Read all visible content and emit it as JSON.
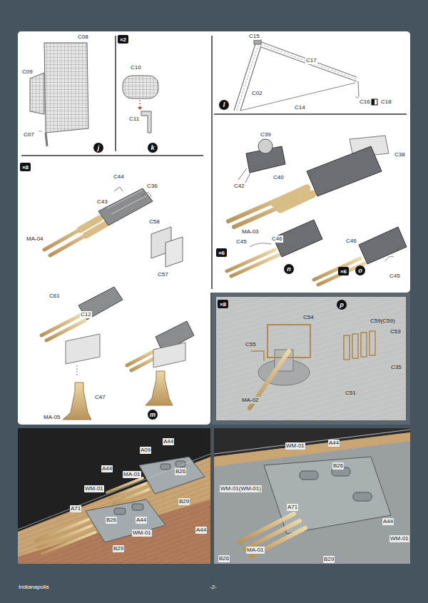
{
  "diagram": {
    "nodes": [
      {
        "text": [
          "×2"
        ]
      },
      {
        "text": [
          "j"
        ]
      },
      {
        "text": [
          "k"
        ]
      },
      {
        "text": [
          "l"
        ]
      },
      {
        "text": [
          "×8"
        ]
      },
      {
        "text": [
          "×6"
        ]
      },
      {
        "text": [
          "n"
        ]
      },
      {
        "text": [
          "×6"
        ]
      },
      {
        "text": [
          "o"
        ]
      },
      {
        "text": [
          "m"
        ]
      },
      {
        "text": [
          "×8"
        ]
      },
      {
        "text": [
          "p"
        ]
      }
    ],
    "labels": [
      "C08",
      "C09",
      "C07",
      "C10",
      "C11",
      "C15",
      "C17",
      "C02",
      "C14",
      "C16",
      "C18",
      "C44",
      "C36",
      "C43",
      "MA-04",
      "C58",
      "C57",
      "C61",
      "C12",
      "C47",
      "MA-05",
      "C39",
      "C40",
      "C42",
      "C38",
      "MA-03",
      "C45",
      "C46",
      "C46",
      "C45",
      "C54",
      "C59(C59)",
      "C53",
      "C55",
      "MA-02",
      "C35",
      "C51",
      "A44",
      "A09",
      "A44",
      "MA-01",
      "WM-01",
      "B26",
      "A71",
      "B26",
      "A44",
      "WM-01",
      "B29",
      "B29",
      "A44",
      "WM-01",
      "A44",
      "B26",
      "WM-01(WM-01)",
      "A71",
      "A44",
      "WM-01",
      "MA-01",
      "B29",
      "B26",
      "Indianapolis",
      "-2-"
    ]
  }
}
